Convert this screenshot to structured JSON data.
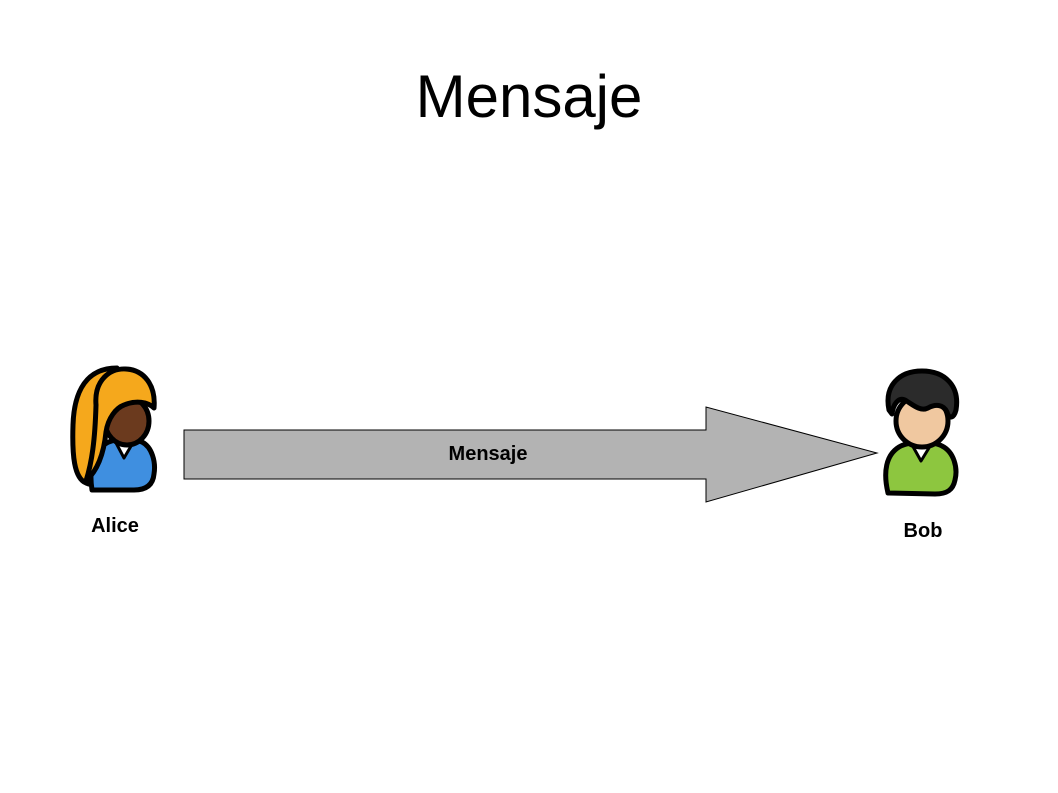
{
  "title": "Mensaje",
  "diagram": {
    "sender": {
      "name": "Alice",
      "icon": "female-user-icon",
      "colors": {
        "hair": "#f5a81c",
        "skin": "#6b3a1e",
        "shirt": "#3f8fe0",
        "collar": "#ffffff"
      }
    },
    "receiver": {
      "name": "Bob",
      "icon": "male-user-icon",
      "colors": {
        "hair": "#2b2b2b",
        "skin": "#f0c8a0",
        "shirt": "#8dc63f",
        "collar": "#ffffff"
      }
    },
    "arrow": {
      "label": "Mensaje",
      "fill": "#b3b3b3",
      "stroke": "#000000"
    }
  }
}
